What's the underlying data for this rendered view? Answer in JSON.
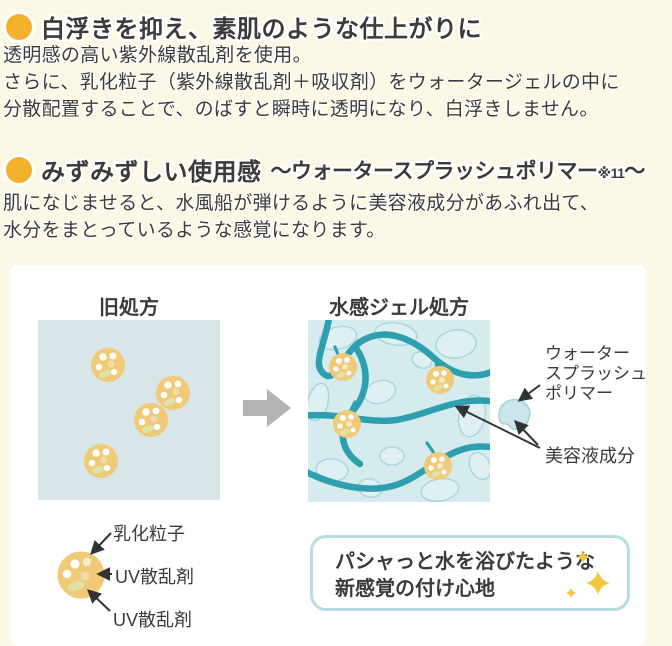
{
  "section1": {
    "heading": "白浮きを抑え、素肌のような仕上がりに",
    "body_lines": [
      "透明感の高い紫外線散乱剤を使用。",
      "さらに、乳化粒子（紫外線散乱剤＋吸収剤）をウォータージェルの中に",
      "分散配置することで、のばすと瞬時に透明になり、白浮きしません。"
    ]
  },
  "section2": {
    "heading_main": "みずみずしい使用感",
    "heading_sub_prefix": "〜ウォータースプラッシュポリマー",
    "heading_note": "※11",
    "heading_sub_suffix": "〜",
    "body_lines": [
      "肌になじませると、水風船が弾けるように美容液成分があふれ出て、",
      "水分をまとっているような感覚になります。"
    ]
  },
  "diagram": {
    "old_formula_label": "旧処方",
    "new_formula_label": "水感ジェル処方",
    "polymer_label_lines": [
      "ウォーター",
      "スプラッシュ",
      "ポリマー"
    ],
    "serum_label": "美容液成分",
    "particle_label": "乳化粒子",
    "uv_scatter_label_1": "UV散乱剤",
    "uv_scatter_label_2": "UV散乱剤"
  },
  "callout": {
    "lines": [
      "パシャっと水を浴びたような",
      "新感覚の付け心地"
    ]
  },
  "colors": {
    "page_bg": "#fcf8e6",
    "bullet_yellow": "#f3b02c",
    "text": "#3b3b3b",
    "panel_bg": "#ffffff",
    "old_square_bg": "#d9e6e9",
    "new_square_bg": "#d5ebee",
    "polymer_teal": "#2d9fae",
    "particle_yellow": "#f0ca77",
    "particle_dot_cream": "#eedcab",
    "particle_oval_green": "#e0e3a3",
    "transition_arrow_gray": "#b3b3b3",
    "callout_border": "#b7dde4",
    "sparkle_yellow": "#f6c63c"
  }
}
